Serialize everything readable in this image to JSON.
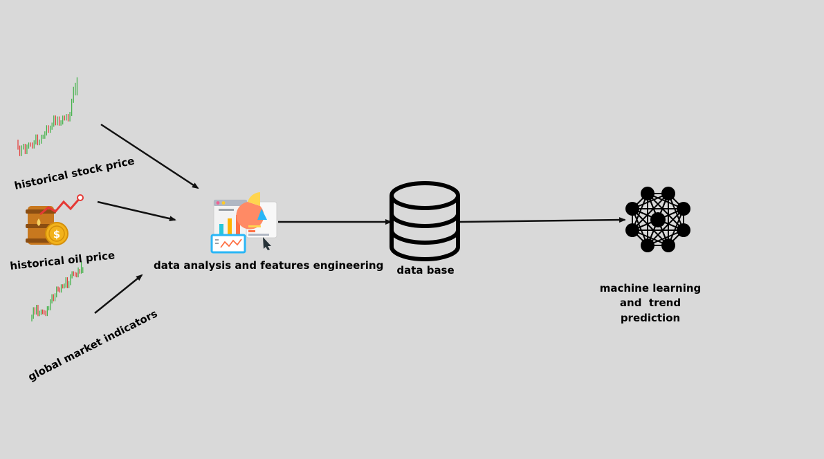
{
  "nodes": {
    "stock": {
      "label": "historical stock price",
      "icon": "stock-chart-icon"
    },
    "oil": {
      "label": "historical oil price",
      "icon": "oil-barrel-icon"
    },
    "global": {
      "label": "global market indicators",
      "icon": "market-chart-icon"
    },
    "analysis": {
      "label": "data analysis and features engineering",
      "icon": "analytics-dashboard-icon"
    },
    "database": {
      "label": "data base",
      "icon": "database-icon"
    },
    "ml": {
      "label_lines": [
        "machine learning",
        "and  trend",
        "prediction"
      ],
      "icon": "neural-network-icon"
    }
  },
  "edges": [
    {
      "from": "stock",
      "to": "analysis"
    },
    {
      "from": "oil",
      "to": "analysis"
    },
    {
      "from": "global",
      "to": "analysis"
    },
    {
      "from": "analysis",
      "to": "database"
    },
    {
      "from": "database",
      "to": "ml"
    }
  ],
  "colors": {
    "background": "#d9d9d9",
    "arrow": "#111111",
    "candle_up": "#3cb043",
    "candle_down": "#e53935",
    "barrel": "#c8781e",
    "coin": "#f2b21b"
  }
}
